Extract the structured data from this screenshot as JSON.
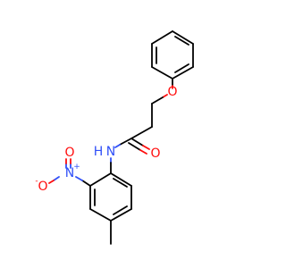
{
  "molecule": {
    "atoms": {
      "ether_o": "O",
      "carbonyl_o": "O",
      "amide_n": "N",
      "amide_h": "H",
      "nitro_n": "N",
      "nitro_o_top": "O",
      "nitro_o_minus": "O"
    },
    "charges": {
      "nitro_n": "+",
      "nitro_o_minus": "-"
    },
    "colors": {
      "carbon_bonds": "#000000",
      "oxygen": "#ff0d0d",
      "nitrogen": "#3050f8"
    }
  }
}
